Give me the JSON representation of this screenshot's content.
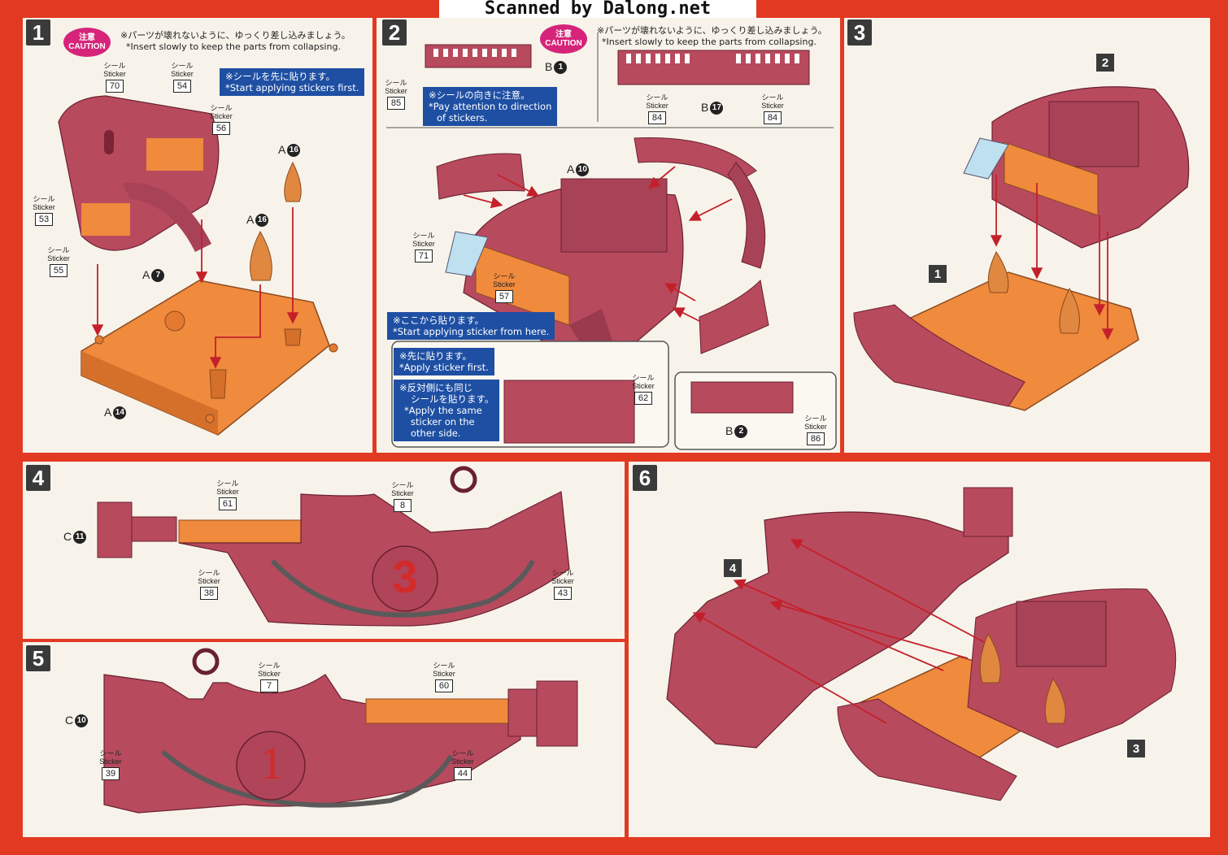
{
  "banner": "Scanned by Dalong.net",
  "caution": {
    "jp": "注意",
    "en": "CAUTION"
  },
  "step1": {
    "number": "1",
    "note_jp": "※パーツが壊れないように、ゆっくり差し込みましょう。",
    "note_en": "*Insert slowly to keep the parts from collapsing.",
    "blue_jp": "※シールを先に貼ります。",
    "blue_en": "*Start applying stickers first.",
    "stickers": [
      "70",
      "54",
      "56",
      "53",
      "55"
    ],
    "parts": {
      "a7": "A",
      "a7n": "7",
      "a16a": "A",
      "a16an": "16",
      "a16b": "A",
      "a16bn": "16",
      "a14": "A",
      "a14n": "14"
    }
  },
  "step2": {
    "number": "2",
    "note_jp": "※パーツが壊れないように、ゆっくり差し込みましょう。",
    "note_en": "*Insert slowly to keep the parts from collapsing.",
    "blue1_jp": "※シールの向きに注意。",
    "blue1_en1": "*Pay attention to direction",
    "blue1_en2": "of stickers.",
    "blue2_jp": "※ここから貼ります。",
    "blue2_en": "*Start applying sticker from here.",
    "blue3_jp": "※先に貼ります。",
    "blue3_en": "*Apply sticker first.",
    "blue4_jp1": "※反対側にも同じ",
    "blue4_jp2": "シールを貼ります。",
    "blue4_en1": "*Apply the same",
    "blue4_en2": "sticker on the",
    "blue4_en3": "other side.",
    "stickers": [
      "85",
      "84",
      "84",
      "71",
      "57",
      "62",
      "86"
    ],
    "parts": {
      "b1": "B",
      "b1n": "1",
      "b17": "B",
      "b17n": "17",
      "a10": "A",
      "a10n": "10",
      "b2": "B",
      "b2n": "2"
    }
  },
  "step3": {
    "number": "3",
    "ref1": "2",
    "ref2": "1"
  },
  "step4": {
    "number": "4",
    "stickers": [
      "61",
      "8",
      "38",
      "43"
    ],
    "part": "C",
    "partn": "11",
    "emblem": "3"
  },
  "step5": {
    "number": "5",
    "stickers": [
      "7",
      "60",
      "39",
      "44"
    ],
    "part": "C",
    "partn": "10",
    "emblem": "1"
  },
  "step6": {
    "number": "6",
    "ref1": "4",
    "ref2": "3"
  },
  "sticker_label_jp": "シール",
  "sticker_label_en": "Sticker",
  "colors": {
    "frame": "#e23a22",
    "hull": "#b84a5e",
    "deck": "#f08a3c",
    "blue": "#1e4fa3",
    "caution": "#d6247a"
  }
}
